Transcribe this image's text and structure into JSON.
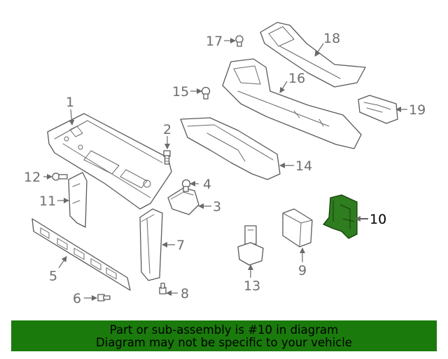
{
  "callouts": [
    "1",
    "2",
    "3",
    "4",
    "5",
    "6",
    "7",
    "8",
    "9",
    "10",
    "11",
    "12",
    "13",
    "14",
    "15",
    "16",
    "17",
    "18",
    "19"
  ],
  "highlighted_callout": "10",
  "banner": {
    "line1": "Part or sub-assembly is #10 in diagram",
    "line2": "Diagram may not be specific to your vehicle"
  },
  "colors": {
    "banner_bg": "#1a7a0c",
    "highlight_part": "#2e7d1e",
    "line_gray": "#6a6a6a"
  }
}
